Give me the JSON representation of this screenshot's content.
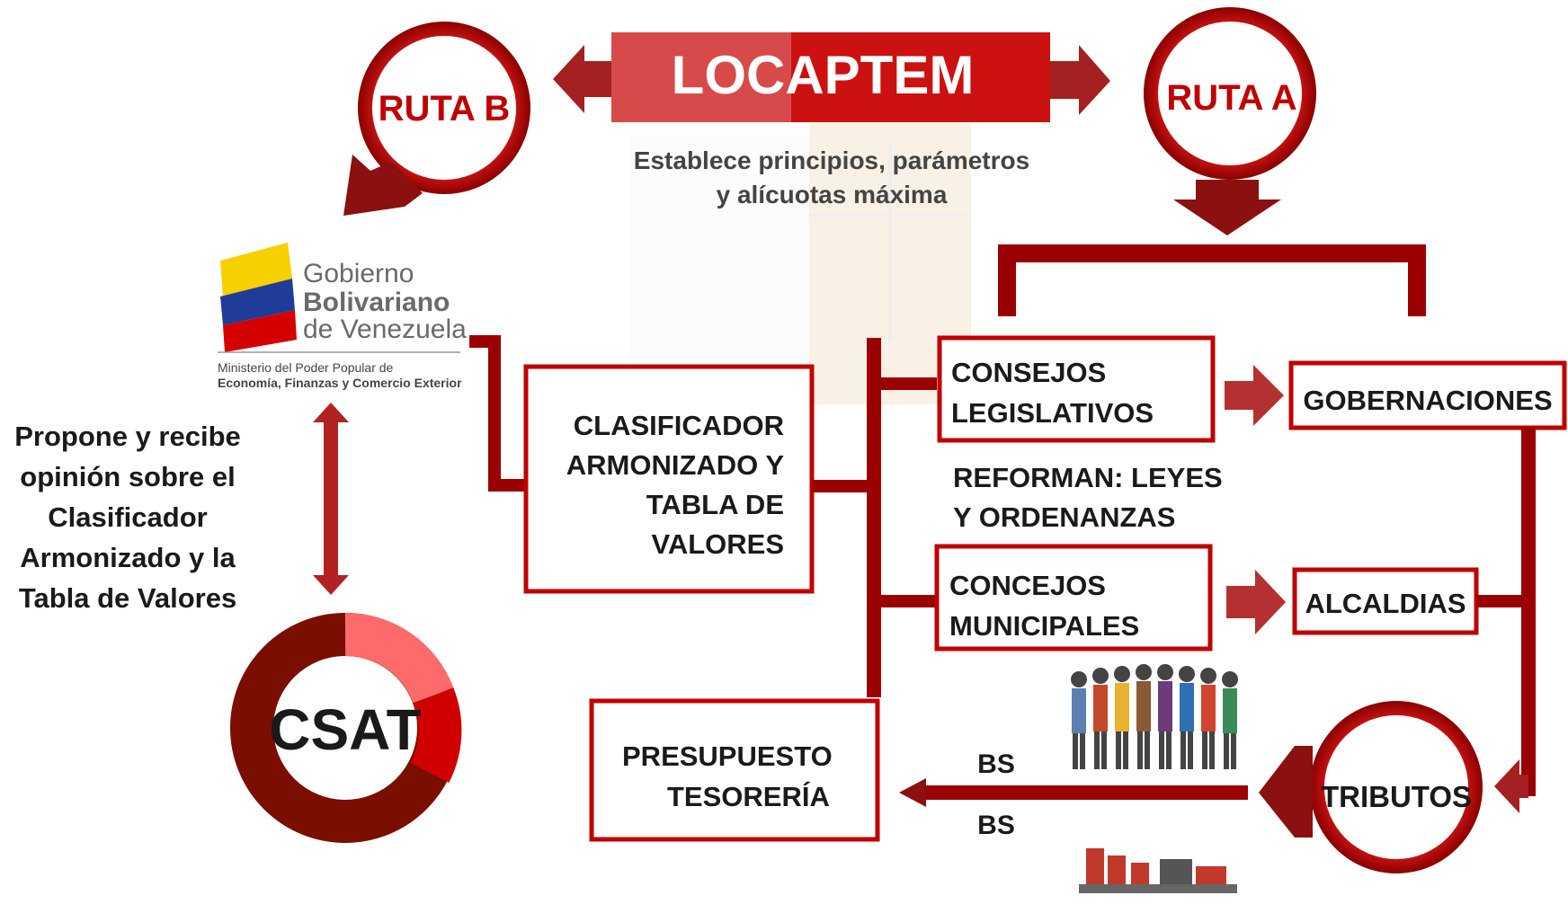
{
  "title": "LOCAPTEM",
  "subtitle_line1": "Establece principios, parámetros",
  "subtitle_line2": "y alícuotas máxima",
  "route_b": "RUTA B",
  "route_a": "RUTA A",
  "logo": {
    "line1": "Gobierno",
    "line2": "Bolivariano",
    "line3": "de Venezuela",
    "ministry1": "Ministerio del Poder Popular de",
    "ministry2": "Economía, Finanzas y Comercio Exterior"
  },
  "left_text": [
    "Propone y recibe",
    "opinión sobre el",
    "Clasificador",
    "Armonizado y la",
    "Tabla de Valores"
  ],
  "csat": "CSAT",
  "clasificador": [
    "CLASIFICADOR",
    "ARMONIZADO Y",
    "TABLA DE",
    "VALORES"
  ],
  "consejos": [
    "CONSEJOS",
    "LEGISLATIVOS"
  ],
  "reforman": [
    "REFORMAN: LEYES",
    "Y ORDENANZAS"
  ],
  "concejos": [
    "CONCEJOS",
    "MUNICIPALES"
  ],
  "gobernaciones": "GOBERNACIONES",
  "alcaldias": "ALCALDIAS",
  "presupuesto": [
    "PRESUPUESTO",
    "TESORERÍA"
  ],
  "bs_top": "BS",
  "bs_bottom": "BS",
  "tributos": "TRIBUTOS",
  "colors": {
    "primary_red": "#c00000",
    "dark_red": "#8b0000",
    "text": "#1a1a1a"
  }
}
